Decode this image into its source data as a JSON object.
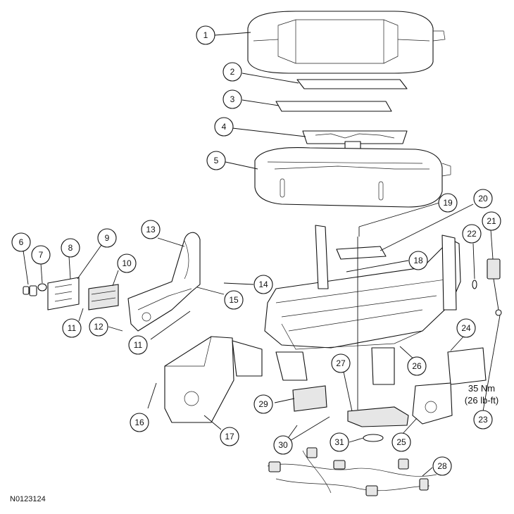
{
  "figure_id": "N0123124",
  "torque_note": {
    "line1": "35 Nm",
    "line2": "(26 lb-ft)"
  },
  "callouts": [
    {
      "id": "c1",
      "label": "1"
    },
    {
      "id": "c2",
      "label": "2"
    },
    {
      "id": "c3",
      "label": "3"
    },
    {
      "id": "c4",
      "label": "4"
    },
    {
      "id": "c5",
      "label": "5"
    },
    {
      "id": "c6",
      "label": "6"
    },
    {
      "id": "c7",
      "label": "7"
    },
    {
      "id": "c8",
      "label": "8"
    },
    {
      "id": "c9",
      "label": "9"
    },
    {
      "id": "c10",
      "label": "10"
    },
    {
      "id": "c11a",
      "label": "11"
    },
    {
      "id": "c11b",
      "label": "11"
    },
    {
      "id": "c12",
      "label": "12"
    },
    {
      "id": "c13",
      "label": "13"
    },
    {
      "id": "c14",
      "label": "14"
    },
    {
      "id": "c15",
      "label": "15"
    },
    {
      "id": "c16",
      "label": "16"
    },
    {
      "id": "c17",
      "label": "17"
    },
    {
      "id": "c18",
      "label": "18"
    },
    {
      "id": "c19",
      "label": "19"
    },
    {
      "id": "c20",
      "label": "20"
    },
    {
      "id": "c21",
      "label": "21"
    },
    {
      "id": "c22",
      "label": "22"
    },
    {
      "id": "c23",
      "label": "23"
    },
    {
      "id": "c24",
      "label": "24"
    },
    {
      "id": "c25",
      "label": "25"
    },
    {
      "id": "c26",
      "label": "26"
    },
    {
      "id": "c27",
      "label": "27"
    },
    {
      "id": "c28",
      "label": "28"
    },
    {
      "id": "c29",
      "label": "29"
    },
    {
      "id": "c30",
      "label": "30"
    },
    {
      "id": "c31",
      "label": "31"
    }
  ]
}
